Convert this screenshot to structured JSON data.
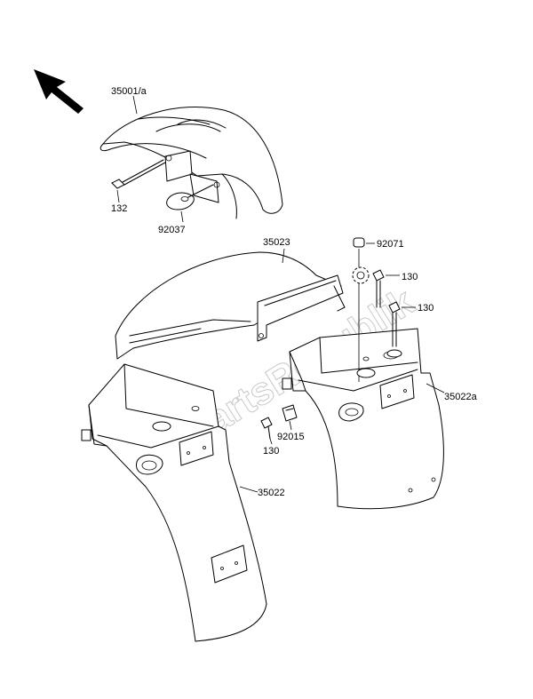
{
  "labels": {
    "front_fender": "35001/a",
    "bolt_132": "132",
    "nut_92037": "92037",
    "bracket_35023": "35023",
    "cap_92071": "92071",
    "bolt_130_a": "130",
    "bolt_130_b": "130",
    "bolt_130_c": "130",
    "clip_92015": "92015",
    "rear_fender_35022a": "35022a",
    "rear_fender_35022": "35022"
  },
  "watermark": "PartsRepublik"
}
